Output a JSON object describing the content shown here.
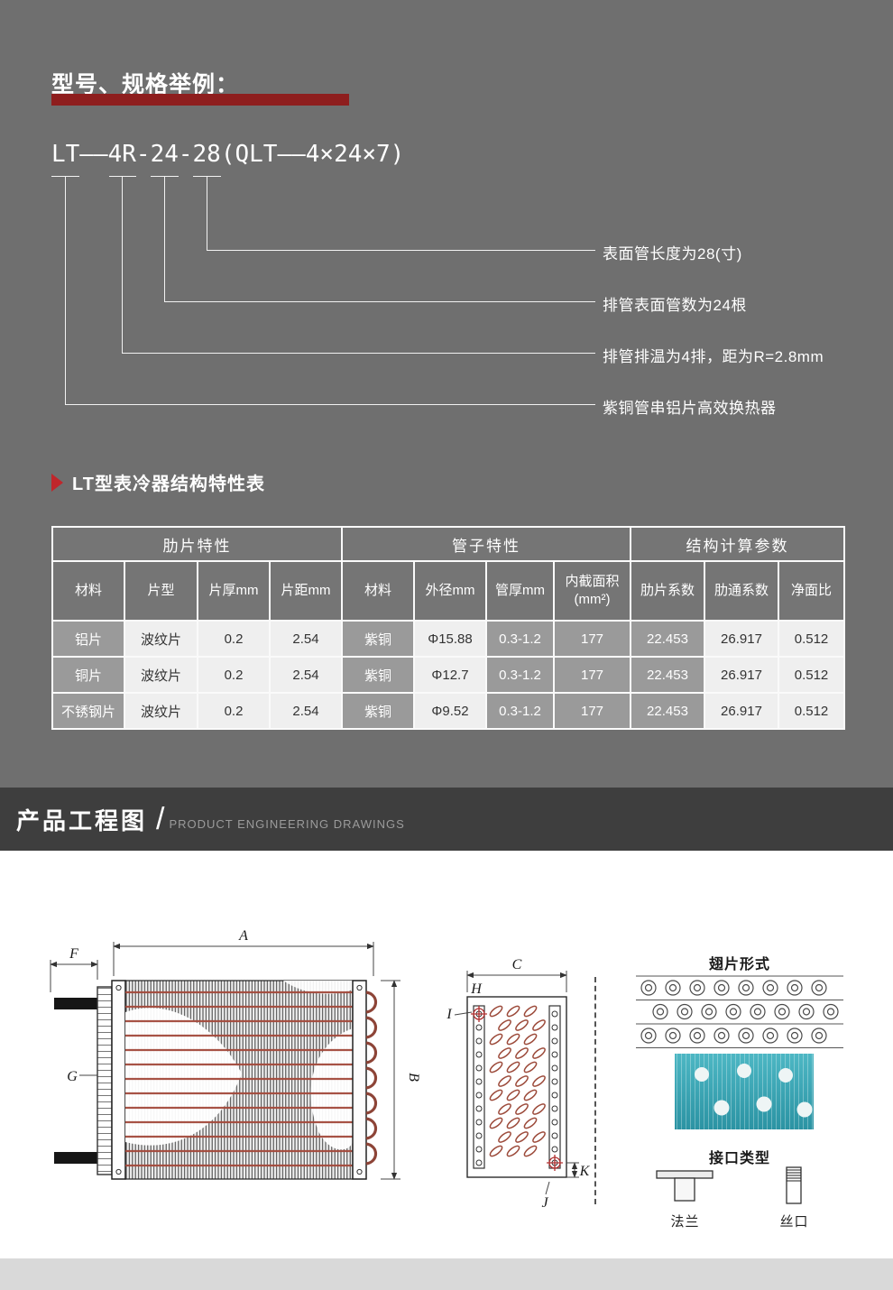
{
  "colors": {
    "page_gray": "#6f6f6f",
    "accent_red": "#8e1e1e",
    "band_dark": "#3e3e3e",
    "header_gray": "#757575",
    "cell_dark": "#9a9a9a",
    "cell_light": "#efefef",
    "teal": "#37a6b4",
    "drawing_red": "#9c4a3a"
  },
  "header": {
    "title": "型号、规格举例：",
    "model_code": "LT——4R-24-28(QLT——4×24×7)",
    "annotations": [
      "表面管长度为28(寸)",
      "排管表面管数为24根",
      "排管排温为4排，距为R=2.8mm",
      "紫铜管串铝片高效换热器"
    ]
  },
  "table": {
    "title": "LT型表冷器结构特性表",
    "groups": [
      {
        "label": "肋片特性"
      },
      {
        "label": "管子特性"
      },
      {
        "label": "结构计算参数"
      }
    ],
    "columns": [
      "材料",
      "片型",
      "片厚mm",
      "片距mm",
      "材料",
      "外径mm",
      "管厚mm",
      "内截面积(mm²)",
      "肋片系数",
      "肋通系数",
      "净面比"
    ],
    "rows": [
      [
        "铝片",
        "波纹片",
        "0.2",
        "2.54",
        "紫铜",
        "Φ15.88",
        "0.3-1.2",
        "177",
        "22.453",
        "26.917",
        "0.512"
      ],
      [
        "铜片",
        "波纹片",
        "0.2",
        "2.54",
        "紫铜",
        "Φ12.7",
        "0.3-1.2",
        "177",
        "22.453",
        "26.917",
        "0.512"
      ],
      [
        "不锈钢片",
        "波纹片",
        "0.2",
        "2.54",
        "紫铜",
        "Φ9.52",
        "0.3-1.2",
        "177",
        "22.453",
        "26.917",
        "0.512"
      ]
    ]
  },
  "band": {
    "title": "产品工程图",
    "slash": "/",
    "subtitle": "PRODUCT ENGINEERING DRAWINGS"
  },
  "drawings": {
    "dims": {
      "a": "A",
      "b": "B",
      "c": "C",
      "f": "F",
      "g": "G",
      "h": "H",
      "i": "I",
      "j": "J",
      "k": "K"
    },
    "fin_title": "翅片形式",
    "interface_title": "接口类型",
    "flange_label": "法兰",
    "thread_label": "丝口"
  }
}
